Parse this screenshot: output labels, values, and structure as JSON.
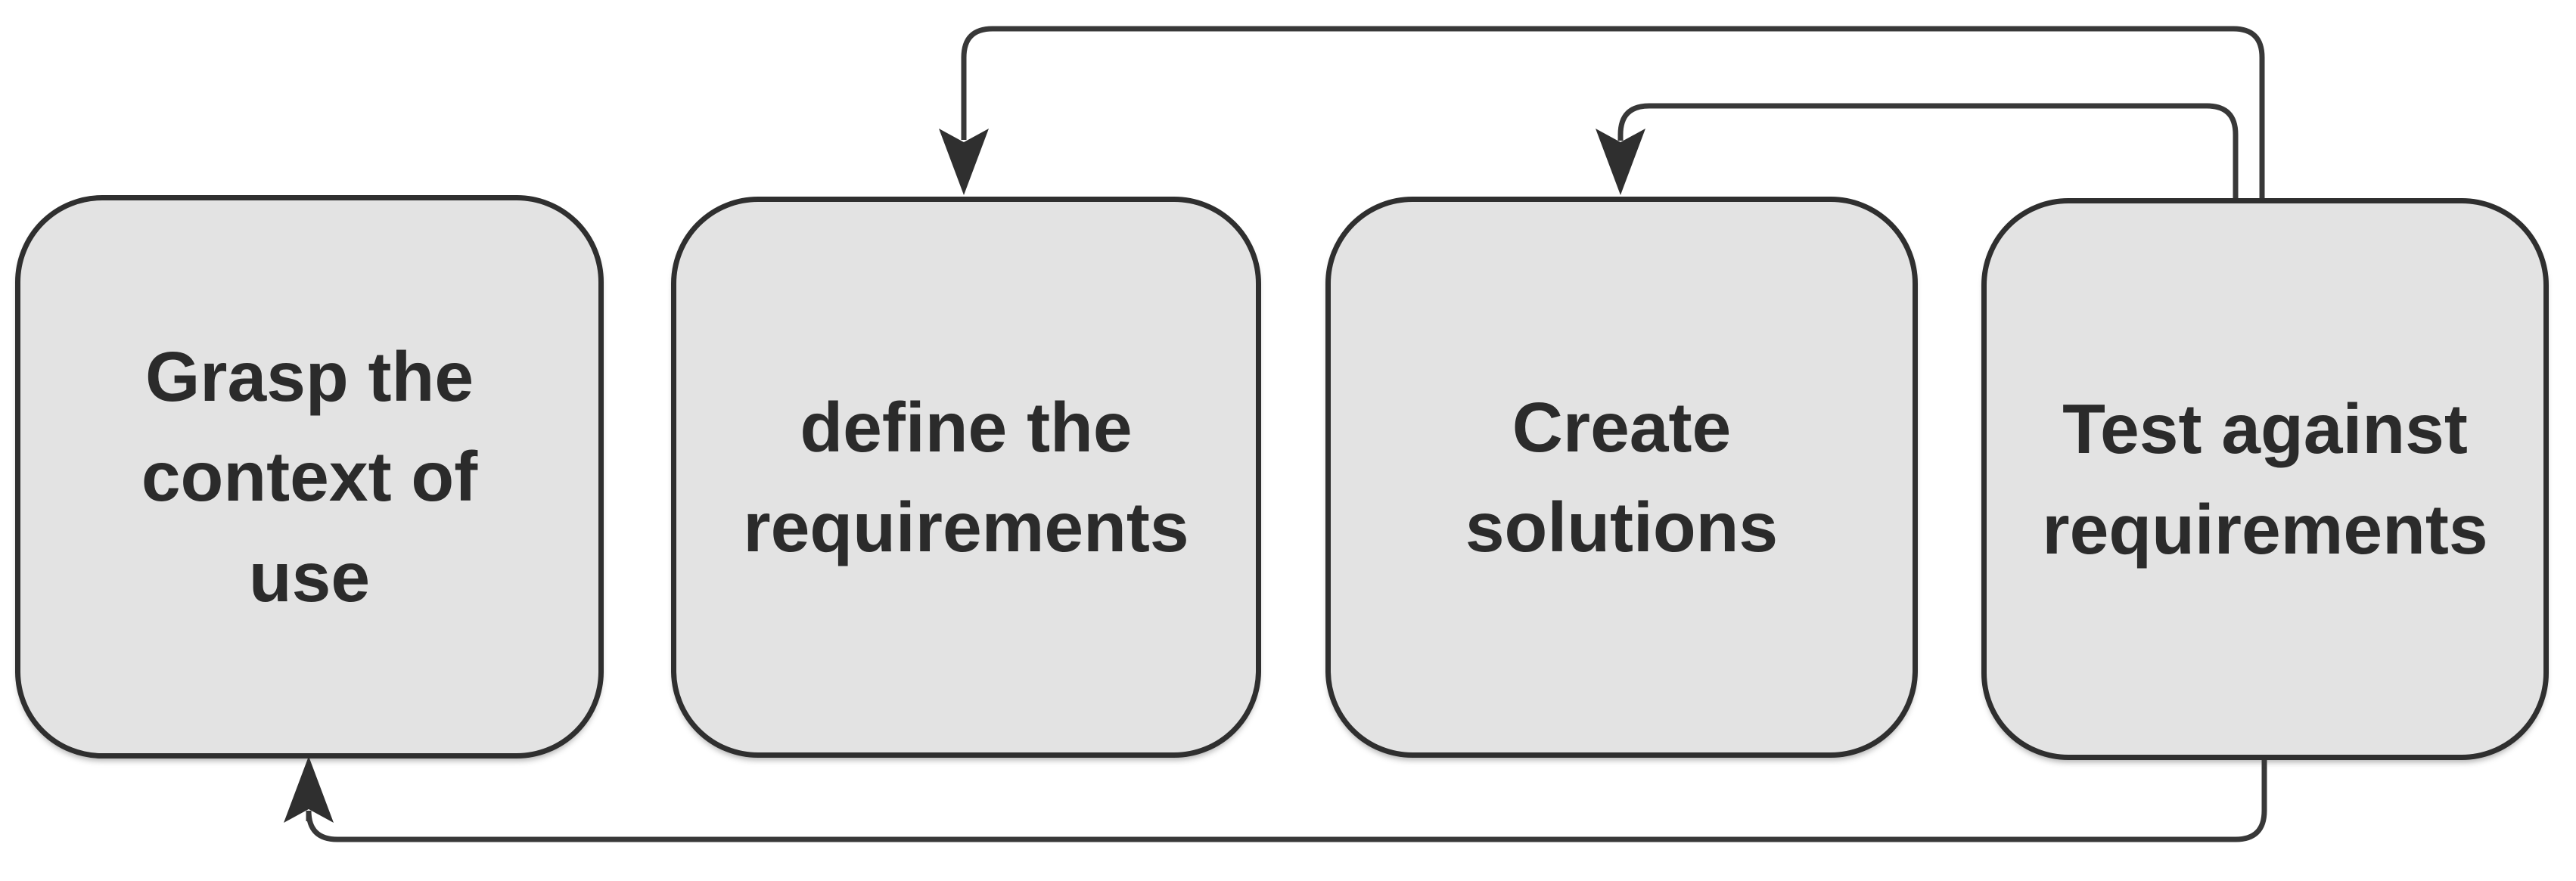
{
  "diagram": {
    "type": "flowchart",
    "boxes": [
      {
        "id": "grasp-context",
        "label": "Grasp the\ncontext of\nuse"
      },
      {
        "id": "define-requirements",
        "label": "define the\nrequirements"
      },
      {
        "id": "create-solutions",
        "label": "Create\nsolutions"
      },
      {
        "id": "test-requirements",
        "label": "Test against\nrequirements"
      }
    ],
    "connections": [
      {
        "from": "test-requirements",
        "to": "define-requirements",
        "style": "arrow",
        "route": "top-outer-loop"
      },
      {
        "from": "test-requirements",
        "to": "create-solutions",
        "style": "arrow",
        "route": "top-inner-loop"
      },
      {
        "from": "test-requirements",
        "to": "grasp-context",
        "style": "arrow",
        "route": "bottom-loop"
      }
    ],
    "colors": {
      "background": "#ffffff",
      "box_fill": "#e3e3e3",
      "box_border": "#2f2f2f",
      "text": "#2b2b2b",
      "connector": "#383838"
    }
  }
}
